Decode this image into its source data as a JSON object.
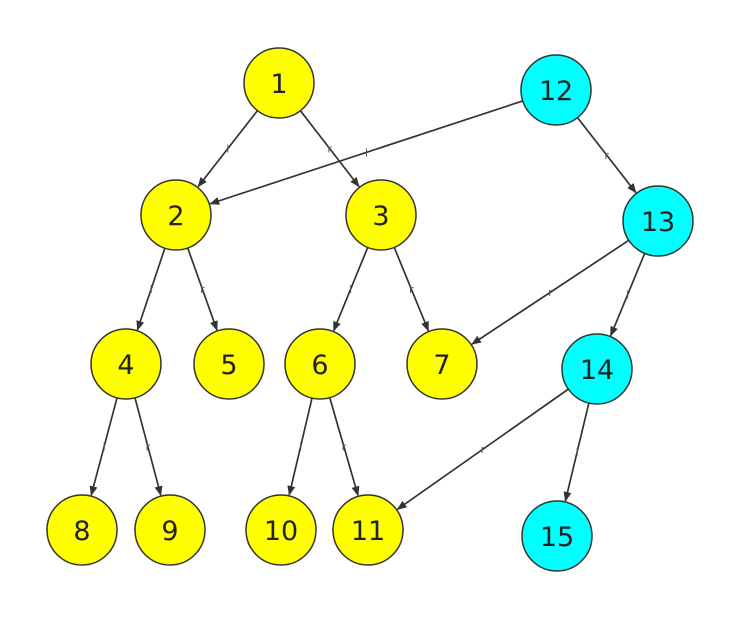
{
  "colors": {
    "yellow": "#ffff00",
    "cyan": "#00ffff",
    "stroke": "#333333"
  },
  "nodes": [
    {
      "id": "1",
      "label": "1",
      "color": "yellow"
    },
    {
      "id": "2",
      "label": "2",
      "color": "yellow"
    },
    {
      "id": "3",
      "label": "3",
      "color": "yellow"
    },
    {
      "id": "4",
      "label": "4",
      "color": "yellow"
    },
    {
      "id": "5",
      "label": "5",
      "color": "yellow"
    },
    {
      "id": "6",
      "label": "6",
      "color": "yellow"
    },
    {
      "id": "7",
      "label": "7",
      "color": "yellow"
    },
    {
      "id": "8",
      "label": "8",
      "color": "yellow"
    },
    {
      "id": "9",
      "label": "9",
      "color": "yellow"
    },
    {
      "id": "10",
      "label": "10",
      "color": "yellow"
    },
    {
      "id": "11",
      "label": "11",
      "color": "yellow"
    },
    {
      "id": "12",
      "label": "12",
      "color": "cyan"
    },
    {
      "id": "13",
      "label": "13",
      "color": "cyan"
    },
    {
      "id": "14",
      "label": "14",
      "color": "cyan"
    },
    {
      "id": "15",
      "label": "15",
      "color": "cyan"
    }
  ],
  "edges": [
    {
      "from": "1",
      "to": "2",
      "label": "l"
    },
    {
      "from": "1",
      "to": "3",
      "label": "r"
    },
    {
      "from": "12",
      "to": "2",
      "label": "l"
    },
    {
      "from": "12",
      "to": "13",
      "label": "r"
    },
    {
      "from": "2",
      "to": "4",
      "label": "l"
    },
    {
      "from": "2",
      "to": "5",
      "label": "r"
    },
    {
      "from": "3",
      "to": "6",
      "label": "l"
    },
    {
      "from": "3",
      "to": "7",
      "label": "r"
    },
    {
      "from": "13",
      "to": "7",
      "label": "r"
    },
    {
      "from": "13",
      "to": "14",
      "label": "l"
    },
    {
      "from": "4",
      "to": "8",
      "label": "l"
    },
    {
      "from": "4",
      "to": "9",
      "label": "r"
    },
    {
      "from": "6",
      "to": "10",
      "label": "l"
    },
    {
      "from": "6",
      "to": "11",
      "label": "r"
    },
    {
      "from": "14",
      "to": "11",
      "label": "r"
    },
    {
      "from": "14",
      "to": "15",
      "label": "l"
    }
  ]
}
